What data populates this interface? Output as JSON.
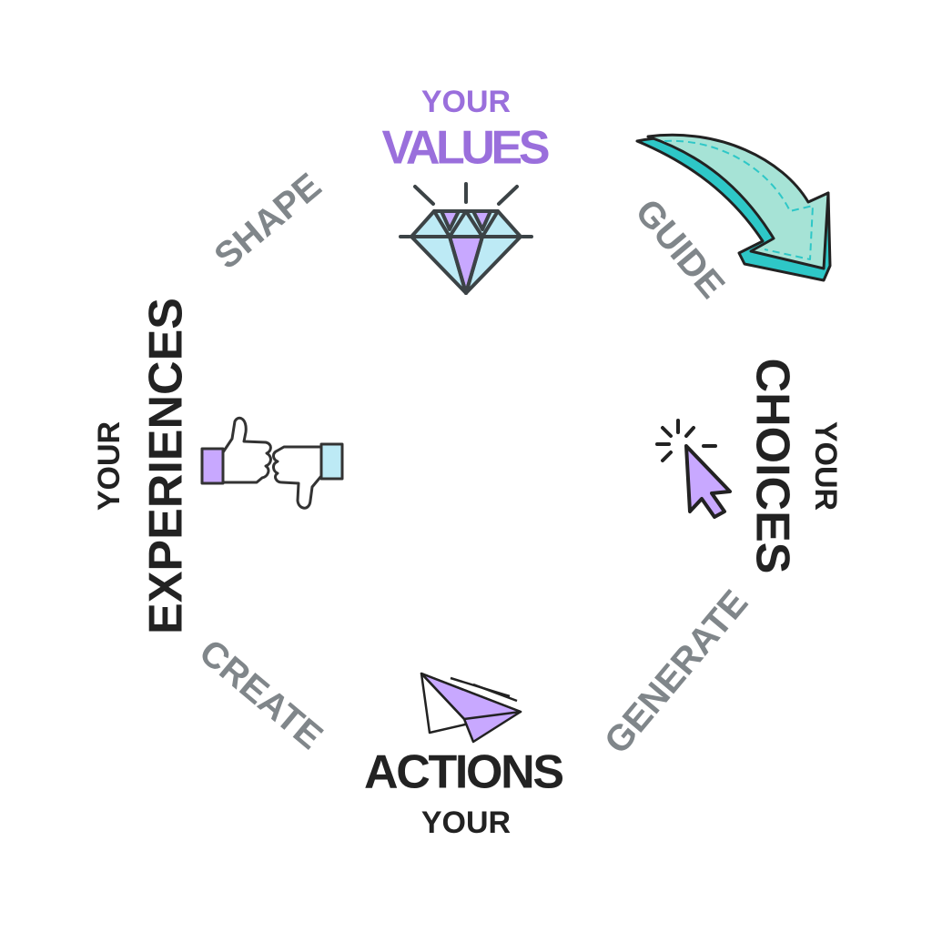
{
  "values": {
    "top": "YOUR",
    "main": "VALUES"
  },
  "choices": {
    "top": "YOUR",
    "main": "CHOICES"
  },
  "actions": {
    "main": "ACTIONS",
    "bottom": "YOUR"
  },
  "experiences": {
    "top": "YOUR",
    "main": "EXPERIENCES"
  },
  "verbs": {
    "guide": "GUIDE",
    "generate": "GENERATE",
    "create": "CREATE",
    "shape": "SHAPE"
  },
  "icons": [
    "diamond-icon",
    "curved-arrow-icon",
    "cursor-click-icon",
    "paper-plane-icon",
    "thumbs-up-down-icon"
  ],
  "colors": {
    "purple": "#9a6fdc",
    "gray": "#80868a",
    "dark": "#222222",
    "lavender": "#c8a8ff",
    "light_blue": "#bdeaf5",
    "teal": "#2ec7c7",
    "mint": "#a6e3d6"
  }
}
